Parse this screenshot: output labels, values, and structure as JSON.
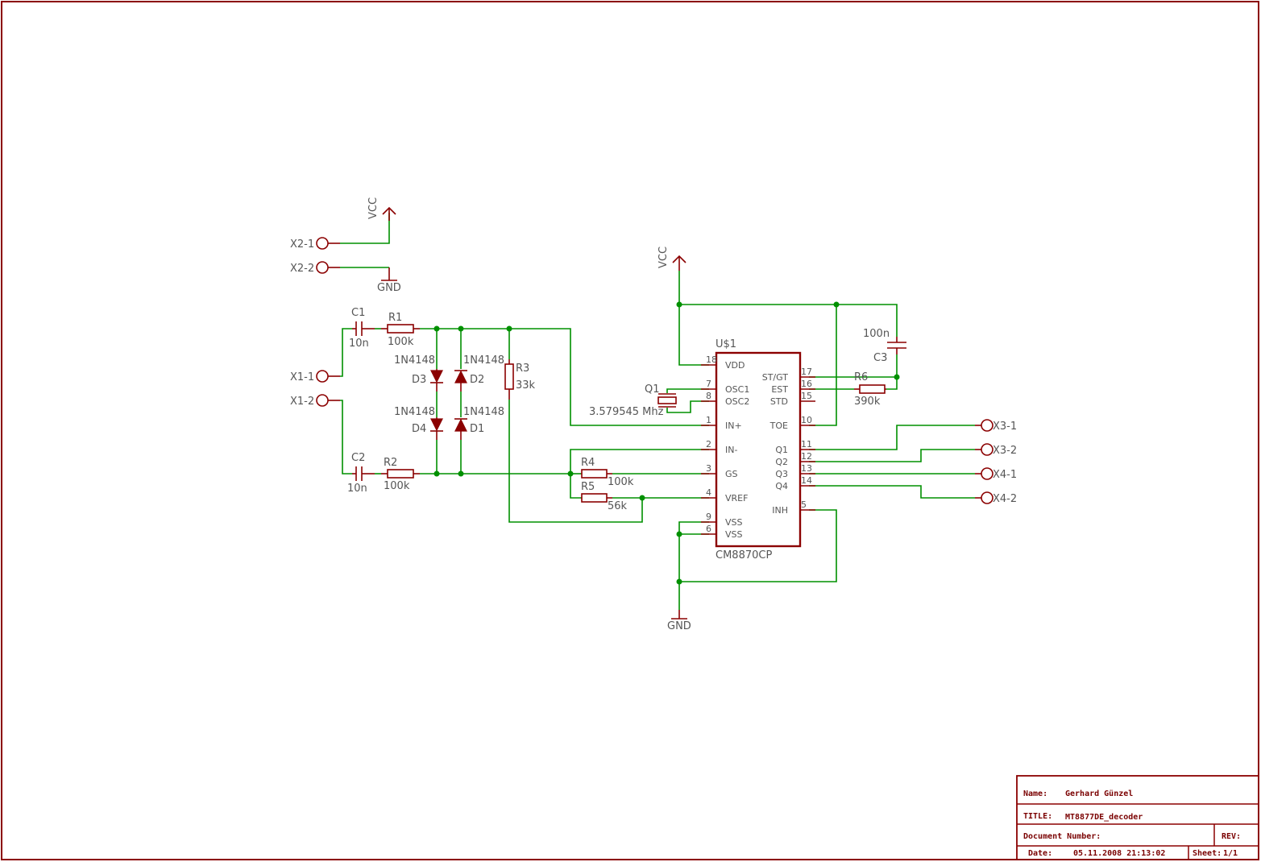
{
  "title_block": {
    "name_label": "Name:",
    "name_value": "Gerhard Günzel",
    "title_label": "TITLE:",
    "title_value": "MT8877DE_decoder",
    "docnum_label": "Document Number:",
    "rev_label": "REV:",
    "date_label": "Date:",
    "date_value": "05.11.2008 21:13:02",
    "sheet_label": "Sheet:",
    "sheet_value": "1/1"
  },
  "connectors": {
    "x2_1": "X2-1",
    "x2_2": "X2-2",
    "x1_1": "X1-1",
    "x1_2": "X1-2",
    "x3_1": "X3-1",
    "x3_2": "X3-2",
    "x4_1": "X4-1",
    "x4_2": "X4-2"
  },
  "power": {
    "vcc_1": "VCC",
    "vcc_2": "VCC",
    "gnd_1": "GND",
    "gnd_2": "GND"
  },
  "parts": {
    "c1_name": "C1",
    "c1_value": "10n",
    "c2_name": "C2",
    "c2_value": "10n",
    "c3_name": "C3",
    "c3_value": "100n",
    "r1_name": "R1",
    "r1_value": "100k",
    "r2_name": "R2",
    "r2_value": "100k",
    "r3_name": "R3",
    "r3_value": "33k",
    "r4_name": "R4",
    "r4_value": "100k",
    "r5_name": "R5",
    "r5_value": "56k",
    "r6_name": "R6",
    "r6_value": "390k",
    "d1_name": "D1",
    "d2_name": "D2",
    "d3_name": "D3",
    "d4_name": "D4",
    "d1_value": "1N4148",
    "d2_value": "1N4148",
    "d3_value": "1N4148",
    "d4_value": "1N4148",
    "q1_name": "Q1",
    "q1_value": "3.579545 Mhz",
    "u1_name": "U$1",
    "u1_value": "CM8870CP"
  },
  "ic_pins": {
    "left": [
      {
        "num": "18",
        "name": "VDD"
      },
      {
        "num": "7",
        "name": "OSC1"
      },
      {
        "num": "8",
        "name": "OSC2"
      },
      {
        "num": "1",
        "name": "IN+"
      },
      {
        "num": "2",
        "name": "IN-"
      },
      {
        "num": "3",
        "name": "GS"
      },
      {
        "num": "4",
        "name": "VREF"
      },
      {
        "num": "9",
        "name": "VSS"
      },
      {
        "num": "6",
        "name": "VSS"
      }
    ],
    "right": [
      {
        "num": "17",
        "name": "ST/GT"
      },
      {
        "num": "16",
        "name": "EST"
      },
      {
        "num": "15",
        "name": "STD"
      },
      {
        "num": "10",
        "name": "TOE"
      },
      {
        "num": "11",
        "name": "Q1"
      },
      {
        "num": "12",
        "name": "Q2"
      },
      {
        "num": "13",
        "name": "Q3"
      },
      {
        "num": "14",
        "name": "Q4"
      },
      {
        "num": "5",
        "name": "INH"
      }
    ]
  },
  "colors": {
    "wire": "#009000",
    "symbol": "#8b0000",
    "label": "#555555",
    "frame": "#8b0000"
  }
}
